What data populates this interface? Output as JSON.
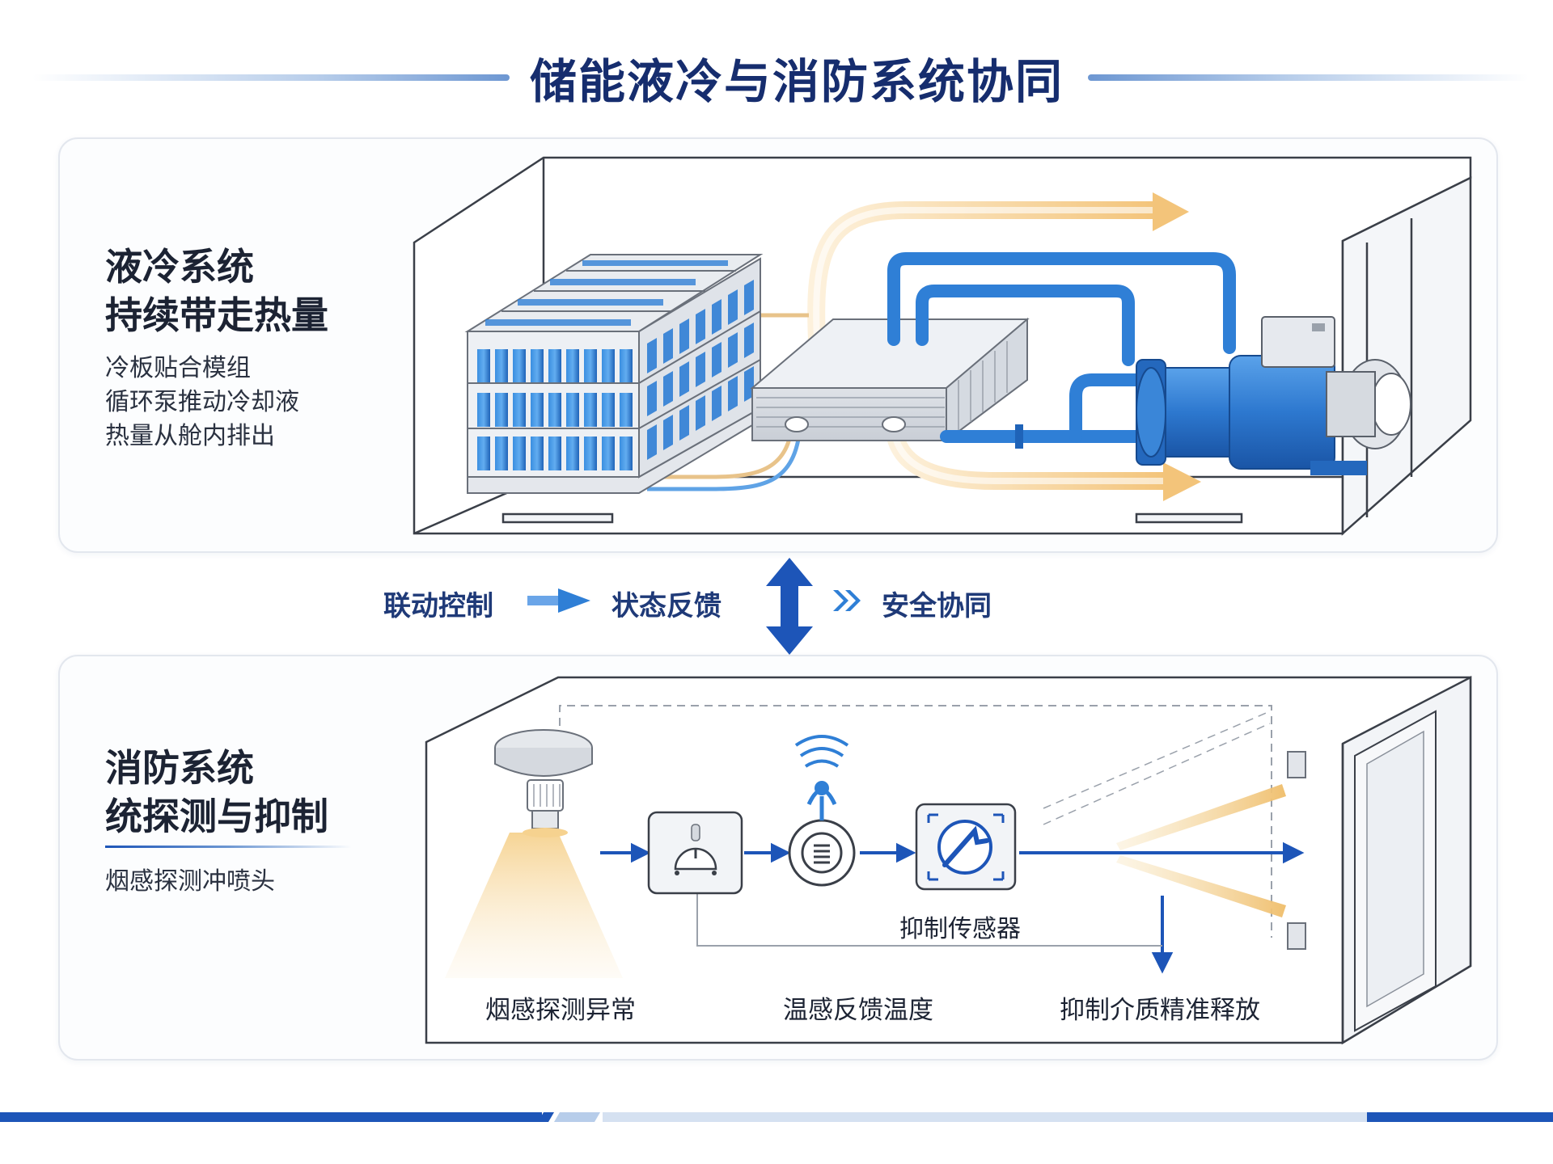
{
  "title": "储能液冷与消防系统协同",
  "cooling": {
    "heading_line1": "液冷系统",
    "heading_line2": "持续带走热量",
    "desc": [
      "冷板贴合模组",
      "循环泵推动冷却液",
      "热量从舱内排出"
    ]
  },
  "linkage": {
    "step1": "联动控制",
    "step2": "状态反馈",
    "step3": "安全协同"
  },
  "fire": {
    "heading_line1": "消防系统",
    "heading_line2": "统探测与抑制",
    "desc": "烟感探测冲喷头",
    "sensor_label": "抑制传感器",
    "flow": [
      "烟感探测异常",
      "温感反馈温度",
      "抑制介质精准释放"
    ]
  },
  "colors": {
    "brand_blue": "#1d55b8",
    "pipe_blue": "#2f7fd6",
    "heat_orange": "#f3c47a",
    "title_navy": "#162d6e"
  }
}
